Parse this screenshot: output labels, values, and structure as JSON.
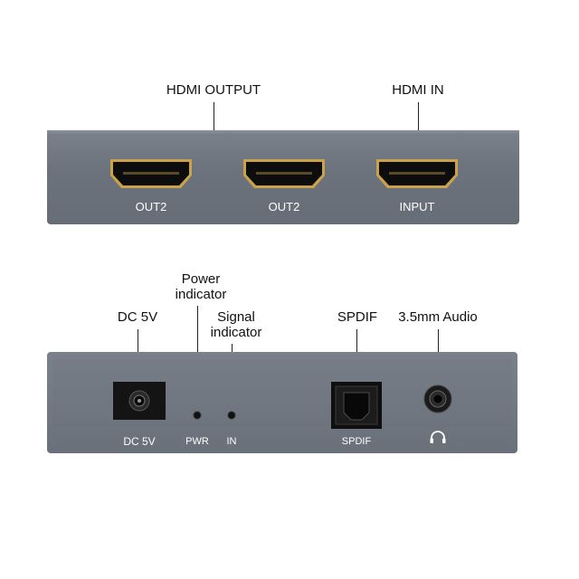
{
  "callouts": {
    "hdmi_output": "HDMI OUTPUT",
    "hdmi_in": "HDMI IN",
    "power_indicator": "Power indicator",
    "signal_indicator": "Signal indicator",
    "dc_5v": "DC 5V",
    "spdif": "SPDIF",
    "audio_35": "3.5mm Audio"
  },
  "top_panel": {
    "ports": [
      {
        "label": "OUT2"
      },
      {
        "label": "OUT2"
      },
      {
        "label": "INPUT"
      }
    ]
  },
  "bottom_panel": {
    "dc_label": "DC 5V",
    "pwr_label": "PWR",
    "in_label": "IN",
    "spdif_label": "SPDIF"
  },
  "colors": {
    "panel": "#6f7680",
    "port_gold": "#c9a24a",
    "port_black": "#111111"
  }
}
